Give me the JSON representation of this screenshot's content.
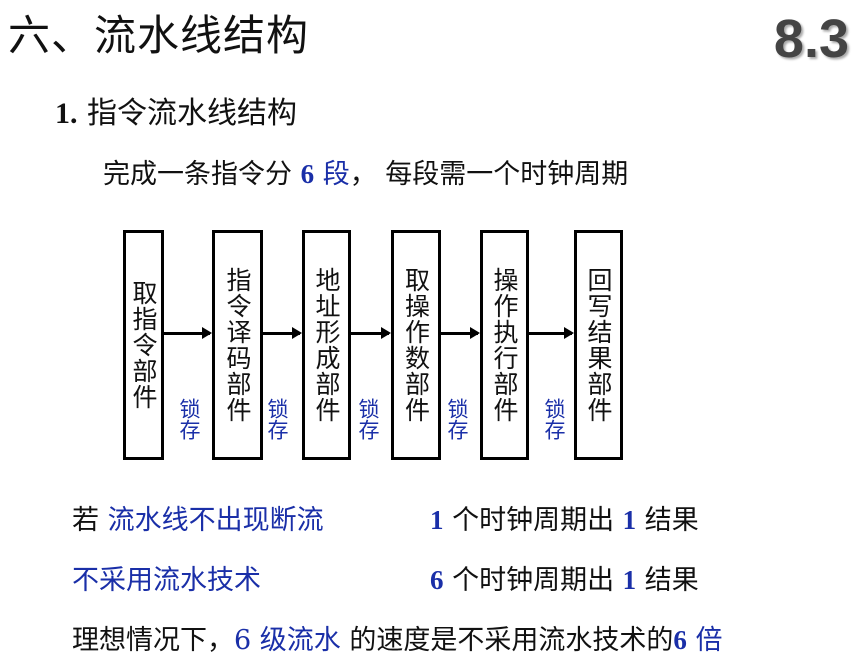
{
  "title": "六、流水线结构",
  "section_number": "8.3",
  "subtitle": {
    "index": "1.",
    "text": "指令流水线结构"
  },
  "intro": {
    "pre": "完成一条指令分 ",
    "num": "6",
    "unit": "段",
    "post": "， 每段需一个时钟周期"
  },
  "stages": [
    "取指令部件",
    "指令译码部件",
    "地址形成部件",
    "取操作数部件",
    "操作执行部件",
    "回写结果部件"
  ],
  "latch_label": "锁存",
  "rows": [
    {
      "lead": "若 ",
      "blue": "流水线不出现断流",
      "n1": "1",
      "mid": " 个时钟周期出 ",
      "n2": "1",
      "tail": " 结果"
    },
    {
      "lead": "",
      "blue": "不采用流水技术",
      "n1": "6",
      "mid": " 个时钟周期出 ",
      "n2": "1",
      "tail": " 结果"
    }
  ],
  "conclusion": {
    "pre": "理想情况下，",
    "blue": "6 级流水",
    "mid": " 的速度是不采用流水技术的",
    "n": "6",
    "tail": " 倍"
  },
  "colors": {
    "accent": "#1a2fa8",
    "text": "#111111"
  }
}
